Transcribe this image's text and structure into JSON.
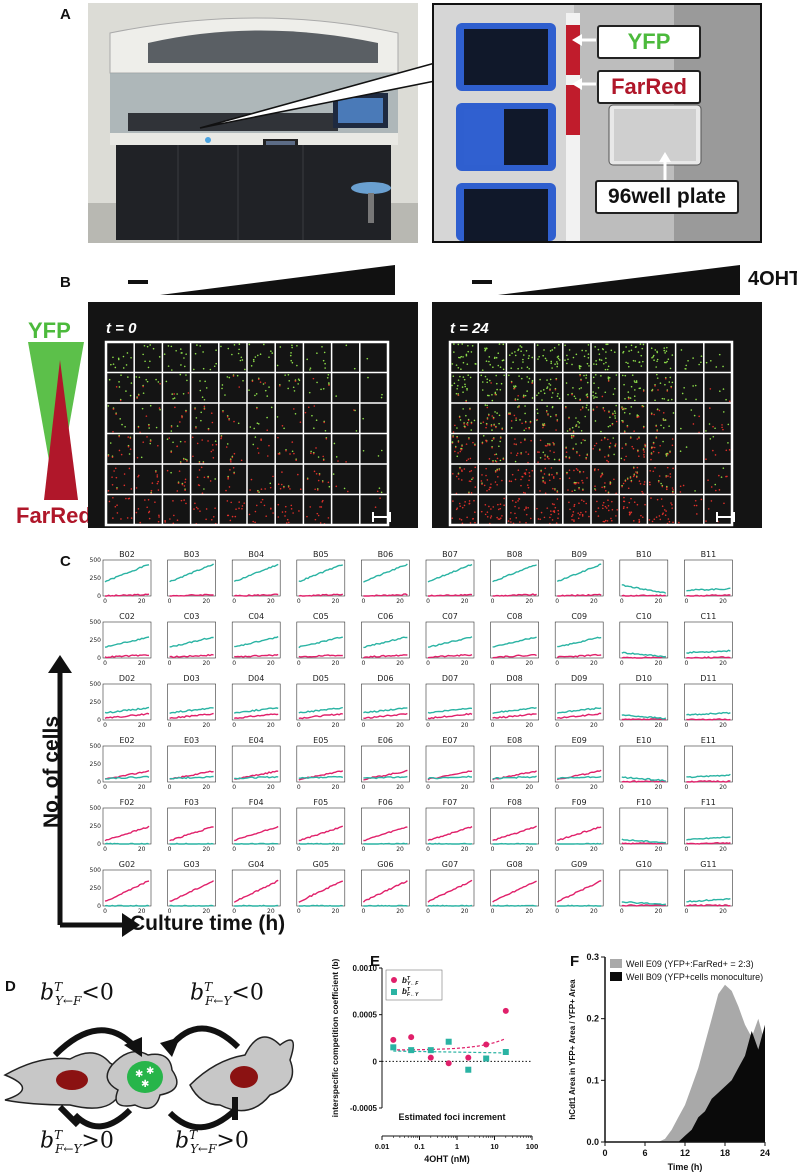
{
  "panels": {
    "a": "A",
    "b": "B",
    "c": "C",
    "d": "D",
    "e": "E",
    "f": "F"
  },
  "panelA": {
    "yfp": "YFP",
    "farred": "FarRed",
    "plate": "96well plate"
  },
  "panelB": {
    "minus": "—",
    "drug": "4OHT",
    "yfp": "YFP",
    "farred": "FarRed",
    "t0": "t = 0",
    "t24": "t = 24"
  },
  "panelC": {
    "ylabel": "No. of cells",
    "xlabel": "Culture time (h)",
    "rows": [
      "B",
      "C",
      "D",
      "E",
      "F",
      "G"
    ],
    "cols": [
      "02",
      "03",
      "04",
      "05",
      "06",
      "07",
      "08",
      "09",
      "10",
      "11"
    ],
    "yticks": [
      "0",
      "250",
      "500"
    ],
    "xticks": [
      "0",
      "20"
    ],
    "colors": {
      "yfp": "#2ab3a3",
      "farred": "#e0206a"
    }
  },
  "panelD": {
    "top_left": "b",
    "top_left_sup": "T",
    "top_left_sub": "Y←F",
    "top_left_rel": "<0",
    "top_right": "b",
    "top_right_sup": "T",
    "top_right_sub": "F←Y",
    "top_right_rel": "<0",
    "bot_left": "b",
    "bot_left_sup": "T",
    "bot_left_sub": "F←Y",
    "bot_left_rel": ">0",
    "bot_right": "b",
    "bot_right_sup": "T",
    "bot_right_sub": "Y←F",
    "bot_right_rel": ">0"
  },
  "chart_data": [
    {
      "type": "scatter",
      "panel": "E",
      "ylabel": "interspecific competition coefficient (b)",
      "xlabel": "Estimated foci increment",
      "x2label": "4OHT (nM)",
      "yticks": [
        "0.0010",
        "0.0005",
        "0",
        "-0.0005"
      ],
      "ylim": [
        -0.0005,
        0.001
      ],
      "x2ticks": [
        "0.01",
        "0.1",
        "1",
        "10",
        "100"
      ],
      "legend": [
        {
          "name": "b",
          "sup": "T",
          "sub": "Y←F"
        },
        {
          "name": "b",
          "sup": "T",
          "sub": "F←Y"
        }
      ],
      "x": [
        0.02,
        0.06,
        0.2,
        0.6,
        2,
        6,
        20
      ],
      "series": [
        {
          "values": [
            0.00023,
            0.00026,
            4e-05,
            -2e-05,
            4e-05,
            0.00018,
            0.00054
          ],
          "color": "#e0206a"
        },
        {
          "values": [
            0.00015,
            0.00012,
            0.00012,
            0.00021,
            -9e-05,
            3e-05,
            0.0001
          ],
          "color": "#2ab3a3"
        }
      ]
    },
    {
      "type": "area",
      "panel": "F",
      "ylabel": "hCdt1 Area in YFP+ Area / YFP+ Area",
      "xlabel": "Time (h)",
      "xlim": [
        0,
        24
      ],
      "ylim": [
        0,
        0.3
      ],
      "xticks": [
        "0",
        "6",
        "12",
        "18",
        "24"
      ],
      "yticks": [
        "0.0",
        "0.1",
        "0.2",
        "0.3"
      ],
      "series": [
        {
          "name": "Well E09 (YFP+:FarRed+ = 2:3)",
          "color": "#a9a9a9",
          "x": [
            0,
            8,
            9,
            10,
            11,
            12,
            13,
            14,
            15,
            16,
            17,
            18,
            19,
            20,
            21,
            22,
            23,
            24
          ],
          "values": [
            0,
            0,
            0.005,
            0.02,
            0.04,
            0.06,
            0.09,
            0.12,
            0.16,
            0.2,
            0.24,
            0.255,
            0.245,
            0.22,
            0.19,
            0.17,
            0.2,
            0.16
          ]
        },
        {
          "name": "Well B09 (YFP+cells monoculture)",
          "color": "#0a0a0a",
          "x": [
            0,
            11,
            12,
            13,
            14,
            15,
            16,
            17,
            18,
            19,
            20,
            21,
            22,
            23,
            24
          ],
          "values": [
            0,
            0,
            0.01,
            0.02,
            0.04,
            0.05,
            0.07,
            0.08,
            0.09,
            0.1,
            0.12,
            0.14,
            0.18,
            0.15,
            0.19
          ]
        }
      ]
    }
  ]
}
